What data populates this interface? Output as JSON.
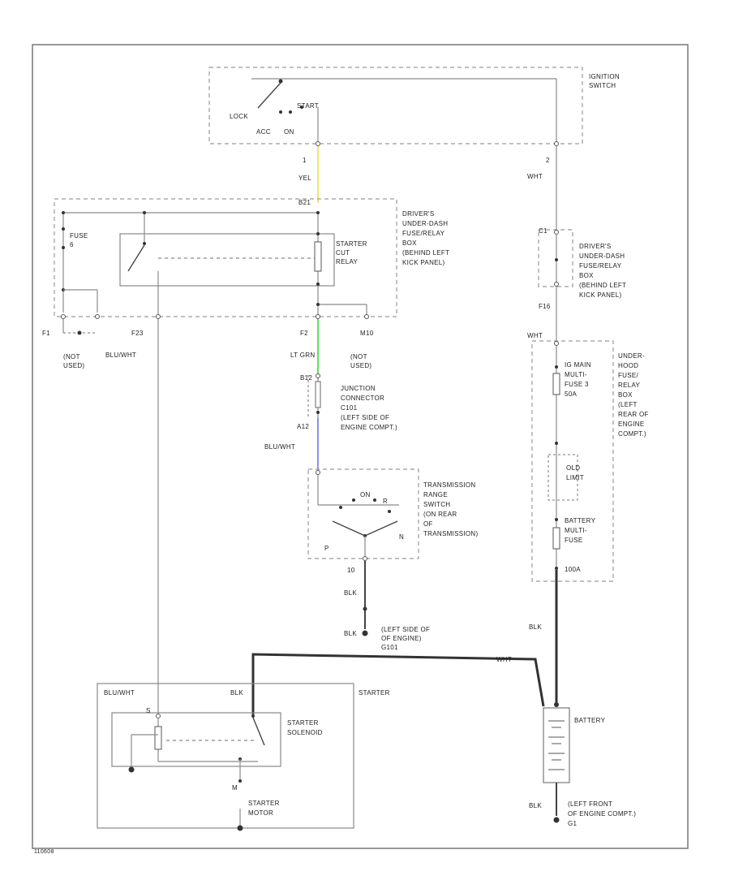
{
  "colors": {
    "yel": "#e8e870",
    "lt_grn": "#60e060",
    "blu_wht": "#9090e8",
    "wire": "#8a8a8a",
    "blk": "#333333"
  },
  "ignition": {
    "name1": "IGNITION",
    "name2": "SWITCH",
    "lock": "LOCK",
    "acc": "ACC",
    "on": "ON",
    "start": "START",
    "pin1": "1",
    "pin2": "2"
  },
  "wires": {
    "yel": "YEL",
    "wht_top": "WHT",
    "wht_mid": "WHT",
    "lt_grn": "LT GRN",
    "blu_wht_left": "BLU/WHT",
    "blu_wht_mid": "BLU/WHT",
    "blk1": "BLK",
    "blk2": "BLK",
    "blk_starter": "BLK",
    "blk_right": "BLK",
    "blk_battery": "BLK",
    "blu_wht_starter": "BLU/WHT",
    "wht_pos": "WHT"
  },
  "fuse_box_left": {
    "l1": "DRIVER'S",
    "l2": "UNDER-DASH",
    "l3": "FUSE/RELAY",
    "l4": "BOX",
    "l5": "(BEHIND LEFT",
    "l6": "KICK PANEL)",
    "fuse": "FUSE",
    "fuse_num": "6",
    "relay1": "STARTER",
    "relay2": "CUT",
    "relay3": "RELAY",
    "pin_top": "B21",
    "pin_f1": "F1",
    "pin_f23": "F23",
    "pin_f2": "F2",
    "pin_m10": "M10",
    "not_used1": "(NOT",
    "not_used2": "USED)",
    "not_used3": "(NOT",
    "not_used4": "USED)"
  },
  "fuse_box_right": {
    "l1": "DRIVER'S",
    "l2": "UNDER-DASH",
    "l3": "FUSE/RELAY",
    "l4": "BOX",
    "l5": "(BEHIND LEFT",
    "l6": "KICK PANEL)",
    "pin_c": "C1",
    "pin_f16": "F16"
  },
  "junction": {
    "l1": "JUNCTION",
    "l2": "CONNECTOR",
    "l3": "C101",
    "l4": "(LEFT SIDE OF",
    "l5": "ENGINE COMPT.)",
    "pin_top": "B12",
    "pin_bot": "A12"
  },
  "trans": {
    "l1": "TRANSMISSION",
    "l2": "RANGE",
    "l3": "SWITCH",
    "l4": "(ON REAR",
    "l5": "OF",
    "l6": "TRANSMISSION)",
    "pos_p": "P",
    "pos_n": "N",
    "pos_on": "ON",
    "pos_r": "R",
    "pin": "10"
  },
  "ground_mid": {
    "l1": "(LEFT SIDE OF",
    "l2": "OF ENGINE)",
    "l3": "G101"
  },
  "underhood": {
    "l1": "UNDER-",
    "l2": "HOOD",
    "l3": "FUSE/",
    "l4": "RELAY",
    "l5": "BOX",
    "l6": "(LEFT",
    "l7": "REAR OF",
    "l8": "ENGINE",
    "l9": "COMPT.)",
    "main1": "IG MAIN",
    "main2": "MULTI-",
    "main3": "FUSE 3",
    "main4": "50A",
    "olm1": "OLD",
    "olm2": "LIMIT",
    "bat1": "BATTERY",
    "bat2": "MULTI-",
    "bat3": "FUSE",
    "bat4": "100A"
  },
  "starter": {
    "name": "STARTER",
    "sol1": "STARTER",
    "sol2": "SOLENOID",
    "motor1": "STARTER",
    "motor2": "MOTOR",
    "pin_s": "S",
    "pin_m": "M"
  },
  "battery": {
    "name": "BATTERY"
  },
  "ground_bottom": {
    "l1": "(LEFT FRONT",
    "l2": "OF ENGINE COMPT.)",
    "l3": "G1"
  },
  "footer": {
    "code": "110608"
  }
}
